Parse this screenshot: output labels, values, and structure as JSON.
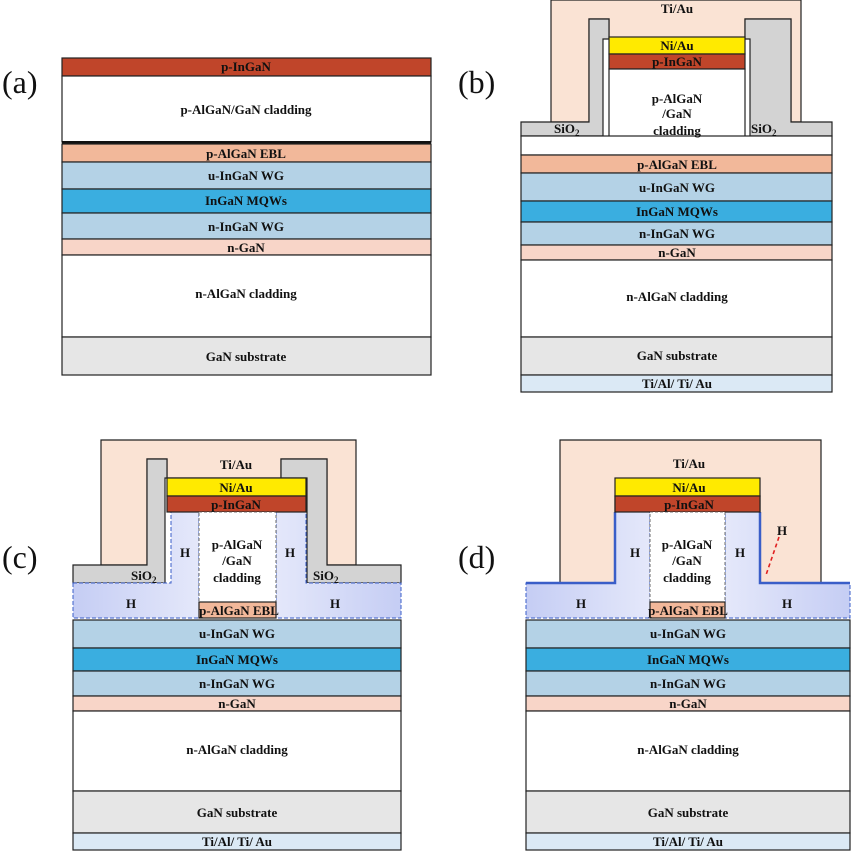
{
  "panels": {
    "a": "(a)",
    "b": "(b)",
    "c": "(c)",
    "d": "(d)"
  },
  "labels": {
    "p_ingan": "p-InGaN",
    "cladding_full": "p-AlGaN/GaN cladding",
    "ebl": "p-AlGaN EBL",
    "u_wg": "u-InGaN WG",
    "mqw": "InGaN MQWs",
    "n_wg": "n-InGaN WG",
    "n_gan": "n-GaN",
    "n_clad": "n-AlGaN cladding",
    "substrate": "GaN substrate",
    "n_contact": "Ti/Al/ Ti/ Au",
    "p_contact": "Ti/Au",
    "ni_au": "Ni/Au",
    "ridge_1": "p-AlGaN",
    "ridge_2": "/GaN",
    "ridge_3": "cladding",
    "sio2": "SiO",
    "sio2_sub": "2",
    "h": "H"
  },
  "colors": {
    "p_ingan": "#c0452a",
    "ebl": "#f2b89a",
    "wg": "#b4d2e6",
    "mqw": "#3aaee0",
    "n_gan": "#f8d5c8",
    "substrate": "#e6e6e6",
    "n_contact": "#dbe9f5",
    "ti_au": "#fae3d4",
    "ni_au": "#ffea00",
    "sio2": "#d3d3d3",
    "h_fill": "#c5cdf4",
    "h_edge": "#3a5ec8",
    "h_dash": "#e02020"
  }
}
